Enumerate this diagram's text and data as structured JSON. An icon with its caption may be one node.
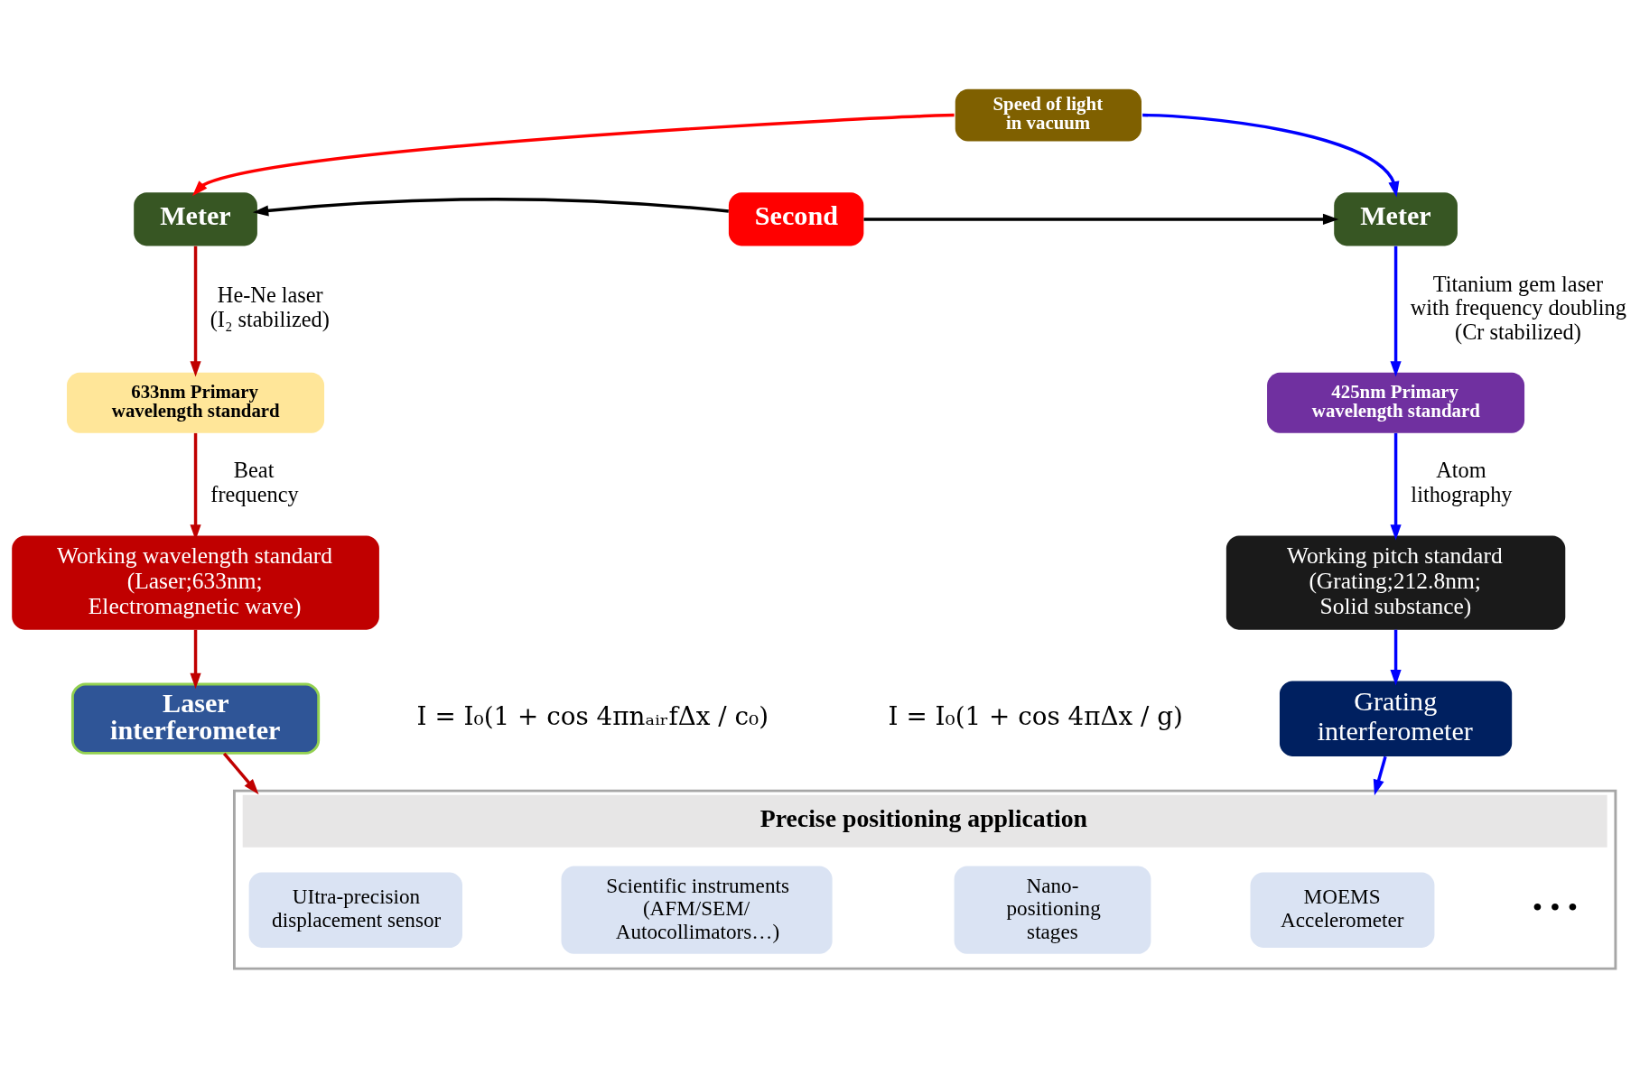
{
  "diagram": {
    "nodes": [
      {
        "text": [
          "Speed of light in vacuum"
        ]
      },
      {
        "text": [
          "Meter"
        ]
      },
      {
        "text": [
          "Second"
        ]
      },
      {
        "text": [
          "Meter"
        ]
      },
      {
        "text": [
          "633nm Primary wavelength standard"
        ]
      },
      {
        "text": [
          "425nm Primary wavelength standard"
        ]
      },
      {
        "text": [
          "Working wavelength standard (Laser;633nm; Electromagnetic wave)"
        ]
      },
      {
        "text": [
          "Working pitch standard (Grating;212.8nm; Solid substance)"
        ]
      },
      {
        "text": [
          "Laser interferometer"
        ]
      },
      {
        "text": [
          "Grating interferometer"
        ]
      },
      {
        "text": [
          "Precise positioning application"
        ]
      },
      {
        "text": [
          "UItra-precision displacement sensor"
        ],
        "in": 10
      },
      {
        "text": [
          "Scientific instruments (AFM/SEM/ Autocollimators…)"
        ],
        "in": 10
      },
      {
        "text": [
          "Nano- positioning stages"
        ],
        "in": 10
      },
      {
        "text": [
          "MOEMS Accelerometer"
        ],
        "in": 10
      }
    ],
    "edges": [
      {
        "from": 0,
        "to": 1,
        "arrow": "to",
        "color": "#ff0000"
      },
      {
        "from": 0,
        "to": 3,
        "arrow": "to"
      },
      {
        "from": 2,
        "to": 1,
        "arrow": "to",
        "color": "#000000"
      },
      {
        "from": 2,
        "to": 3,
        "arrow": "to",
        "color": "#000000"
      },
      {
        "from": 1,
        "to": 4,
        "arrow": "to",
        "label": "He-Ne laser (I₂ stabilized)",
        "color": "#c00000"
      },
      {
        "from": 3,
        "to": 5,
        "arrow": "to",
        "label": "Titanium gem laser with frequency doubling (Cr stabilized)"
      },
      {
        "from": 4,
        "to": 6,
        "arrow": "to",
        "label": "Beat frequency",
        "color": "#c00000"
      },
      {
        "from": 5,
        "to": 7,
        "arrow": "to",
        "label": "Atom lithography"
      },
      {
        "from": 6,
        "to": 8,
        "arrow": "to",
        "color": "#c00000"
      },
      {
        "from": 7,
        "to": 9,
        "arrow": "to"
      },
      {
        "from": 8,
        "to": 10,
        "arrow": "to",
        "color": "#c00000"
      },
      {
        "from": 9,
        "to": 10,
        "arrow": "to"
      }
    ],
    "labels": [
      "I = I₀(1 + cos 4πnₐᵢᵣfΔx / c₀)",
      "I = I₀(1 + cos 4πΔx / g)",
      "• • •"
    ]
  }
}
